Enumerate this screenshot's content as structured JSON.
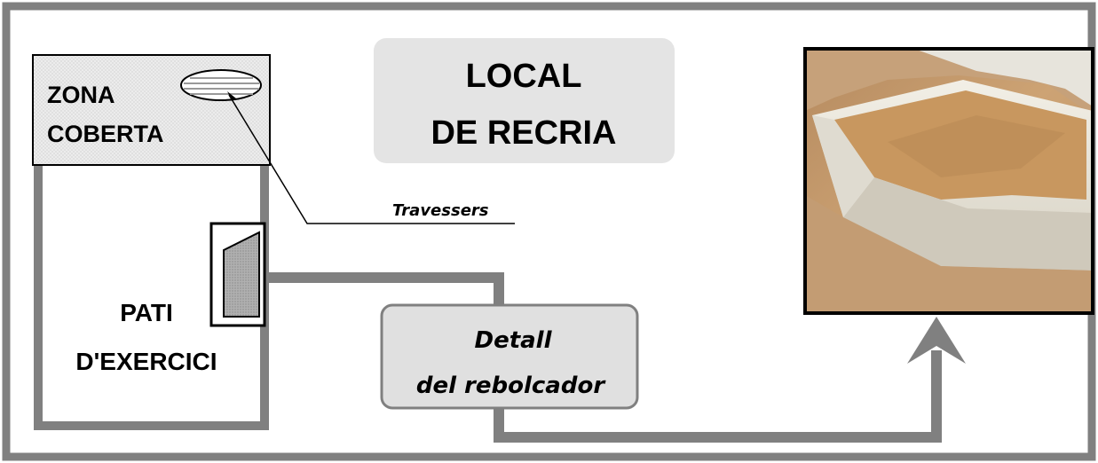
{
  "title": {
    "line1": "LOCAL",
    "line2": "DE RECRIA"
  },
  "zona_coberta": {
    "line1": "ZONA",
    "line2": "COBERTA"
  },
  "pati": {
    "line1": "PATI",
    "line2": "D'EXERCICI"
  },
  "travessers_label": "Travessers",
  "detall": {
    "line1": "Detall",
    "line2": "del rebolcador"
  },
  "colors": {
    "frame": "#808080",
    "title_box": "#e4e4e4",
    "zona_fill": "#ebebeb",
    "detall_fill": "#e0e0e0",
    "rebolcador_fill": "#a8a8a8",
    "photo_sand": "#c89a6a",
    "photo_wall": "#dcd8cc"
  }
}
